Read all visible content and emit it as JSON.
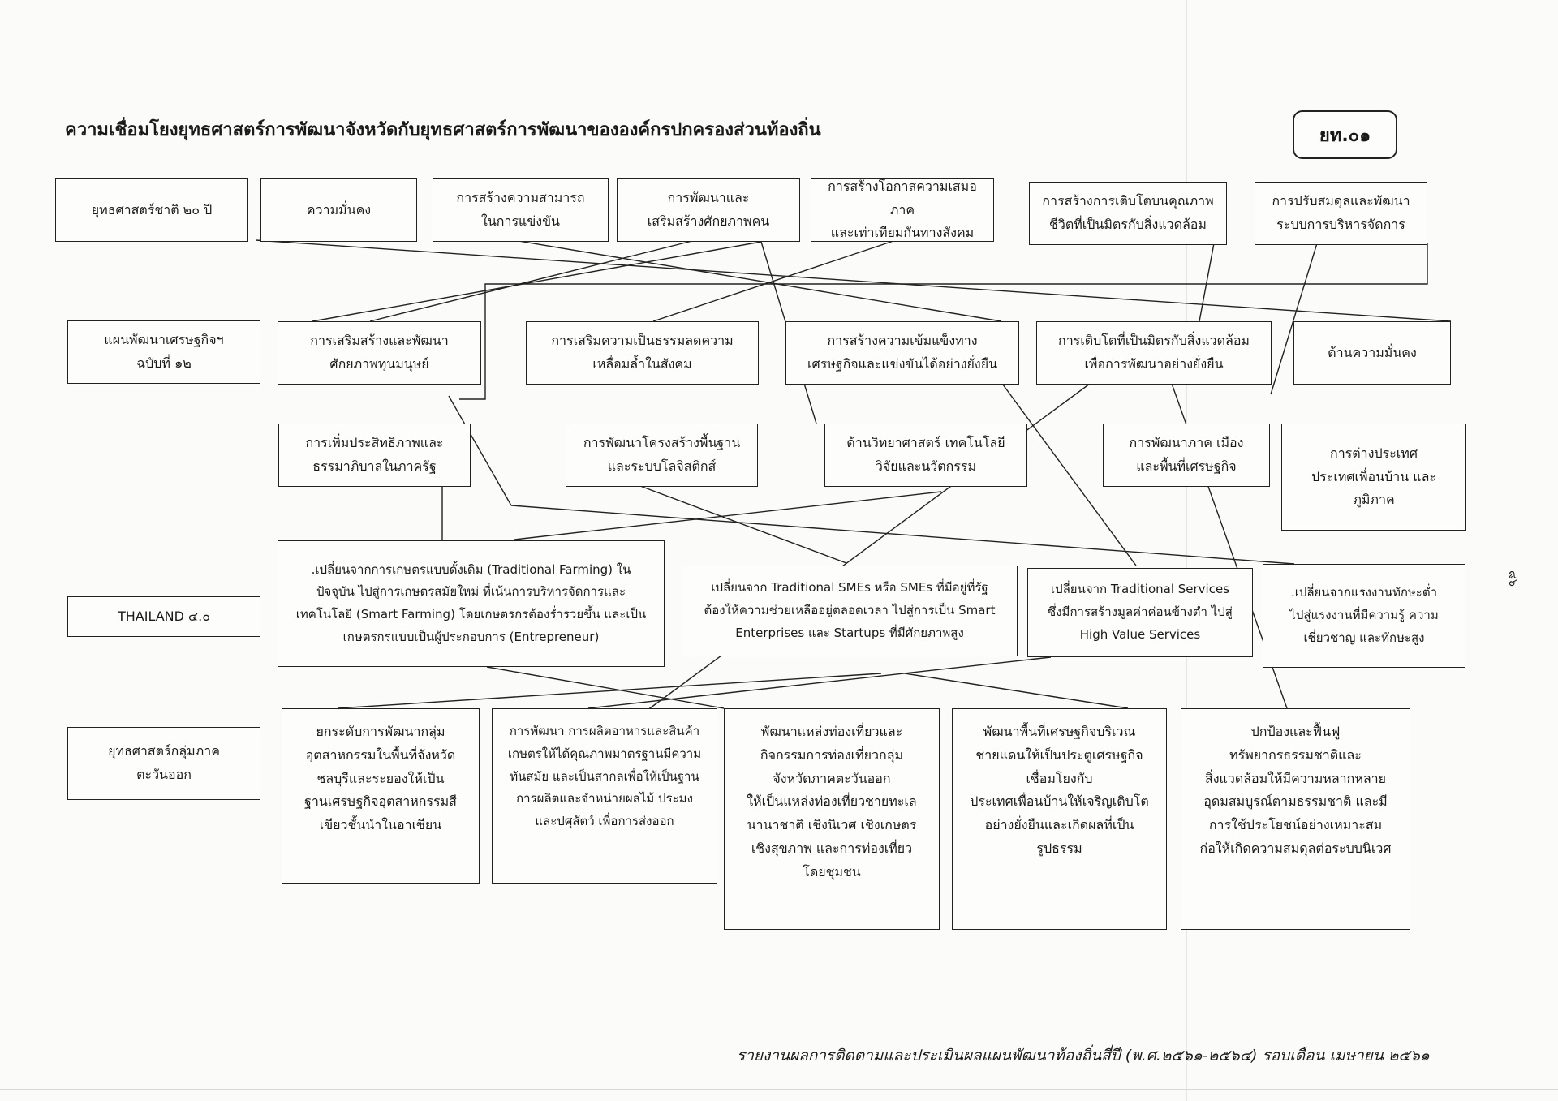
{
  "title": "ความเชื่อมโยงยุทธศาสตร์การพัฒนาจังหวัดกับยุทธศาสตร์การพัฒนาขององค์กรปกครองส่วนท้องถิ่น",
  "code": "ยท.๐๑",
  "footer": "รายงานผลการติดตามและประเมินผลแผนพัฒนาท้องถิ่นสี่ปี (พ.ศ.๒๕๖๑-๒๕๖๔) รอบเดือน เมษายน ๒๕๖๑",
  "page_number": "๘๖",
  "row_labels": {
    "national": "ยุทธศาสตร์ชาติ ๒๐ ปี",
    "plan12": "แผนพัฒนาเศรษฐกิจฯ\nฉบับที่ ๑๒",
    "thailand40": "THAILAND ๔.๐",
    "eastern": "ยุทธศาสตร์กลุ่มภาค\nตะวันออก"
  },
  "national": [
    "ความมั่นคง",
    "การสร้างความสามารถ\nในการแข่งขัน",
    "การพัฒนาและ\nเสริมสร้างศักยภาพคน",
    "การสร้างโอกาสความเสมอภาค\nและเท่าเทียมกันทางสังคม",
    "การสร้างการเติบโตบนคุณภาพ\nชีวิตที่เป็นมิตรกับสิ่งแวดล้อม",
    "การปรับสมดุลและพัฒนา\nระบบการบริหารจัดการ"
  ],
  "plan12_a": [
    "การเสริมสร้างและพัฒนา\nศักยภาพทุนมนุษย์",
    "การเสริมความเป็นธรรมลดความ\nเหลื่อมล้ำในสังคม",
    "การสร้างความเข้มแข็งทาง\nเศรษฐกิจและแข่งขันได้อย่างยั่งยืน",
    "การเติบโตที่เป็นมิตรกับสิ่งแวดล้อม\nเพื่อการพัฒนาอย่างยั่งยืน",
    "ด้านความมั่นคง"
  ],
  "plan12_b": [
    "การเพิ่มประสิทธิภาพและ\nธรรมาภิบาลในภาครัฐ",
    "การพัฒนาโครงสร้างพื้นฐาน\nและระบบโลจิสติกส์",
    "ด้านวิทยาศาสตร์ เทคโนโลยี\nวิจัยและนวัตกรรม",
    "การพัฒนาภาค เมือง\nและพื้นที่เศรษฐกิจ",
    "การต่างประเทศ\nประเทศเพื่อนบ้าน และ\nภูมิภาค"
  ],
  "thailand40": [
    ".เปลี่ยนจากการเกษตรแบบดั้งเดิม (Traditional Farming) ใน\nปัจจุบัน ไปสู่การเกษตรสมัยใหม่ ที่เน้นการบริหารจัดการและ\nเทคโนโลยี (Smart Farming) โดยเกษตรกรต้องร่ำรวยขึ้น และเป็น\nเกษตรกรแบบเป็นผู้ประกอบการ (Entrepreneur)",
    "เปลี่ยนจาก Traditional SMEs หรือ SMEs ที่มีอยู่ที่รัฐ\nต้องให้ความช่วยเหลืออยู่ตลอดเวลา ไปสู่การเป็น Smart\nEnterprises และ Startups ที่มีศักยภาพสูง",
    "เปลี่ยนจาก Traditional Services\nซึ่งมีการสร้างมูลค่าค่อนข้างต่ำ ไปสู่\nHigh Value Services",
    ".เปลี่ยนจากแรงงานทักษะต่ำ\nไปสู่แรงงานที่มีความรู้ ความ\nเชี่ยวชาญ และทักษะสูง"
  ],
  "eastern": [
    "ยกระดับการพัฒนากลุ่ม\nอุตสาหกรรมในพื้นที่จังหวัด\nชลบุรีและระยองให้เป็น\nฐานเศรษฐกิจอุตสาหกรรมสี\nเขียวชั้นนำในอาเซียน",
    "การพัฒนา การผลิตอาหารและสินค้า\nเกษตรให้ได้คุณภาพมาตรฐานมีความ\nทันสมัย และเป็นสากลเพื่อให้เป็นฐาน\nการผลิตและจำหน่ายผลไม้ ประมง\nและปศุสัตว์ เพื่อการส่งออก",
    "พัฒนาแหล่งท่องเที่ยวและ\nกิจกรรมการท่องเที่ยวกลุ่ม\nจังหวัดภาคตะวันออก\nให้เป็นแหล่งท่องเที่ยวชายทะเล\nนานาชาติ เชิงนิเวศ เชิงเกษตร\nเชิงสุขภาพ และการท่องเที่ยว\nโดยชุมชน",
    "พัฒนาพื้นที่เศรษฐกิจบริเวณ\nชายแดนให้เป็นประตูเศรษฐกิจ\nเชื่อมโยงกับ\nประเทศเพื่อนบ้านให้เจริญเติบโต\nอย่างยั่งยืนและเกิดผลที่เป็น\nรูปธรรม",
    "ปกป้องและฟื้นฟู\nทรัพยากรธรรมชาติและ\nสิ่งแวดล้อมให้มีความหลากหลาย\nอุดมสมบูรณ์ตามธรรมชาติ และมี\nการใช้ประโยชน์อย่างเหมาะสม\nก่อให้เกิดความสมดุลต่อระบบนิเวศ"
  ]
}
